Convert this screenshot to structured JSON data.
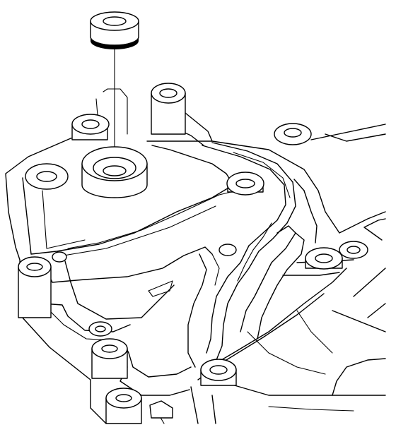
{
  "figure": {
    "background": "#ffffff",
    "ink": "#000000",
    "parts": [
      "seal-ring",
      "guide-line",
      "seal-bore",
      "valve-body-housing",
      "bolt-bosses",
      "fluid-passages"
    ]
  }
}
